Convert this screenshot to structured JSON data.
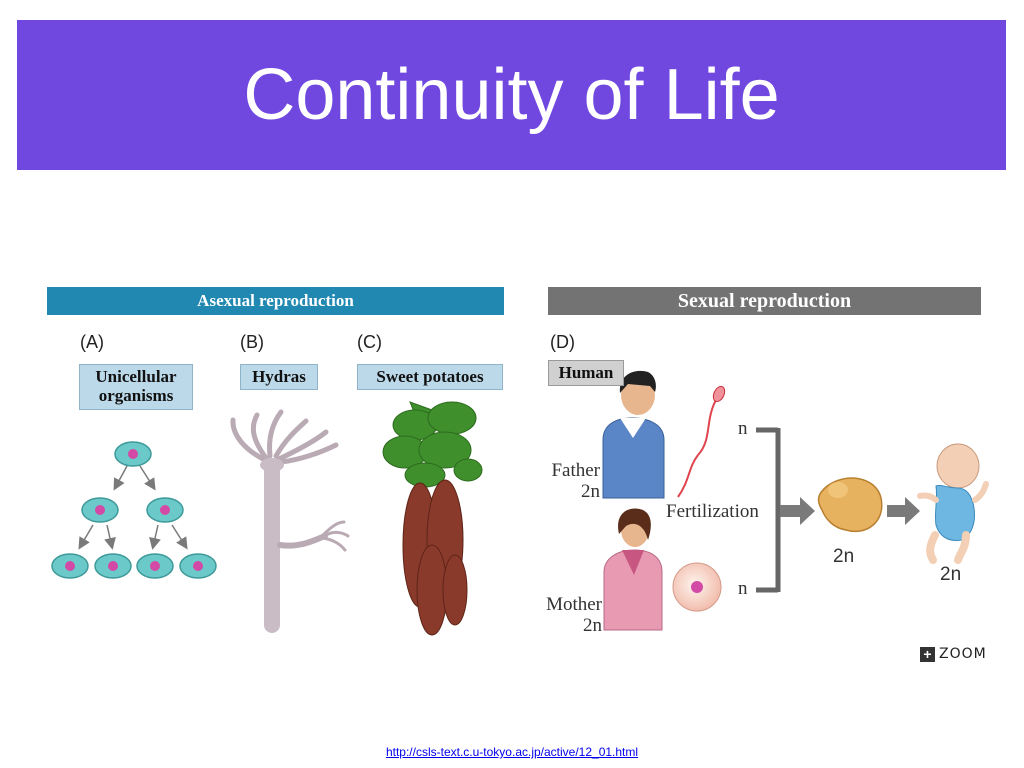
{
  "slide": {
    "title": "Continuity of Life",
    "source_url": "http://csls-text.c.u-tokyo.ac.jp/active/12_01.html"
  },
  "figure": {
    "asexual": {
      "banner": "Asexual reproduction",
      "panels": [
        {
          "letter": "(A)",
          "label_line1": "Unicellular",
          "label_line2": "organisms"
        },
        {
          "letter": "(B)",
          "label": "Hydras"
        },
        {
          "letter": "(C)",
          "label": "Sweet potatoes"
        }
      ]
    },
    "sexual": {
      "banner": "Sexual reproduction",
      "panel": {
        "letter": "(D)",
        "label": "Human"
      },
      "father": {
        "label": "Father",
        "ploidy": "2n"
      },
      "mother": {
        "label": "Mother",
        "ploidy": "2n"
      },
      "sperm_ploidy": "n",
      "egg_ploidy": "n",
      "process": "Fertilization",
      "embryo_ploidy": "2n",
      "baby_ploidy": "2n"
    },
    "zoom": {
      "icon": "plus-icon",
      "label": "ZOOM"
    }
  },
  "colors": {
    "title_bar": "#7048e0",
    "asexual_banner": "#2189b1",
    "sexual_banner": "#737373",
    "tag_box": "#bcd9ea",
    "cell": "#6cc9c9",
    "nucleus": "#d24aa6"
  }
}
